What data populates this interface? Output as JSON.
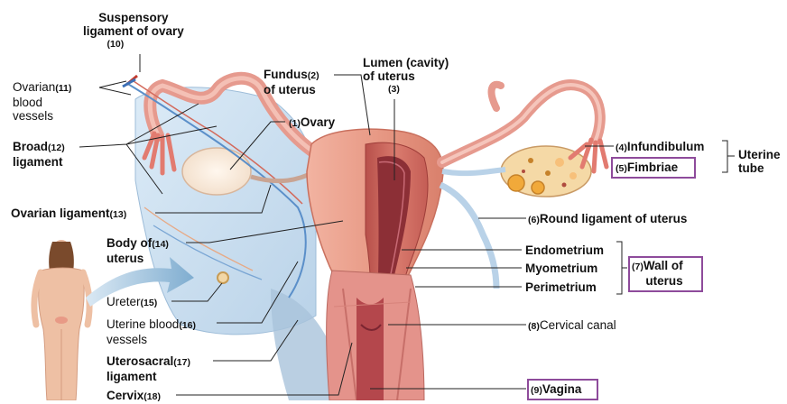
{
  "labels": {
    "suspensory": {
      "line1": "Suspensory",
      "line2": "ligament of ovary",
      "num": "(10)"
    },
    "ovarian_vessels": {
      "line1": "Ovarian",
      "num": "(11)",
      "line2": "blood",
      "line3": "vessels"
    },
    "broad": {
      "line1": "Broad",
      "num": "(12)",
      "line2": "ligament"
    },
    "ovarian_ligament": {
      "text": "Ovarian ligament",
      "num": "(13)"
    },
    "body": {
      "line1": "Body of",
      "num": "(14)",
      "line2": "uterus"
    },
    "ureter": {
      "text": "Ureter",
      "num": "(15)"
    },
    "uterine_vessels": {
      "line1": "Uterine blood",
      "num": "(16)",
      "line2": "vessels"
    },
    "uterosacral": {
      "line1": "Uterosacral",
      "num": "(17)",
      "line2": "ligament"
    },
    "cervix": {
      "text": "Cervix",
      "num": "(18)"
    },
    "fundus": {
      "line1": "Fundus",
      "num": "(2)",
      "line2": "of uterus"
    },
    "ovary": {
      "num": "(1)",
      "text": "Ovary"
    },
    "lumen": {
      "line1": "Lumen (cavity)",
      "line2": "of uterus",
      "num": "(3)"
    },
    "infundibulum": {
      "num": "(4)",
      "text": "Infundibulum"
    },
    "fimbriae": {
      "num": "(5)",
      "text": "Fimbriae"
    },
    "uterine_tube": {
      "line1": "Uterine",
      "line2": "tube"
    },
    "round_ligament": {
      "num": "(6)",
      "text": "Round ligament of uterus"
    },
    "endometrium": {
      "text": "Endometrium"
    },
    "myometrium": {
      "text": "Myometrium"
    },
    "perimetrium": {
      "text": "Perimetrium"
    },
    "wall": {
      "num": "(7)",
      "line1": "Wall of",
      "line2": "uterus"
    },
    "cervical_canal": {
      "num": "(8)",
      "text": "Cervical canal"
    },
    "vagina": {
      "num": "(9)",
      "text": "Vagina"
    }
  },
  "colors": {
    "highlight_box": "#8e4b9b",
    "uterus": "#e79a86",
    "muscle": "#c9625a",
    "ligament": "#c9ddef",
    "vessel_blue": "#5b8fc9",
    "arrow": "#8fb8d6"
  }
}
